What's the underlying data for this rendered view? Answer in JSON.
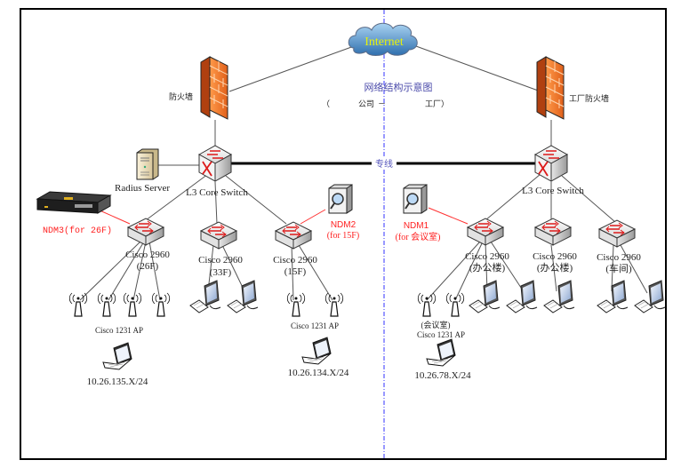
{
  "title": "网络结构示意图",
  "subtitle": {
    "open": "（",
    "left": "公司",
    "dash": "－",
    "right": "工厂）"
  },
  "internet": {
    "label": "Internet",
    "icon": "cloud-icon"
  },
  "dedicated_line": {
    "label": "专线"
  },
  "company": {
    "firewall": {
      "label": "防火墙",
      "icon": "firewall-icon"
    },
    "core_switch": {
      "label": "L3 Core Switch",
      "icon": "l3-switch-icon"
    },
    "radius_server": {
      "label": "Radius Server",
      "icon": "server-icon"
    },
    "access_switches": [
      {
        "model": "Cisco 2960",
        "location": "(26F)"
      },
      {
        "model": "Cisco 2960",
        "location": "(33F)"
      },
      {
        "model": "Cisco 2960",
        "location": "(15F)"
      }
    ],
    "monitors": [
      {
        "name": "NDM3(for 26F)",
        "icon": "appliance-icon"
      },
      {
        "name": "NDM2",
        "detail": "(for 15F)",
        "icon": "monitor-probe-icon"
      }
    ],
    "ap_groups": [
      {
        "label": "Cisco 1231 AP",
        "count": 4,
        "subnet": "10.26.135.X/24"
      },
      {
        "label": "Cisco 1231 AP",
        "count": 2,
        "subnet": "10.26.134.X/24"
      }
    ]
  },
  "factory": {
    "firewall": {
      "label": "工厂防火墙",
      "icon": "firewall-icon"
    },
    "core_switch": {
      "label": "L3 Core Switch",
      "icon": "l3-switch-icon"
    },
    "access_switches": [
      {
        "model": "Cisco 2960",
        "location": "(办公楼)"
      },
      {
        "model": "Cisco 2960",
        "location": "(办公楼)"
      },
      {
        "model": "Cisco 2960",
        "location": "(车间)"
      }
    ],
    "monitors": [
      {
        "name": "NDM1",
        "detail": "(for 会议室)",
        "icon": "monitor-probe-icon"
      }
    ],
    "ap_groups": [
      {
        "label": "Cisco 1231 AP",
        "prefix": "(会议室)",
        "count": 2,
        "subnet": "10.26.78.X/24"
      }
    ]
  },
  "colors": {
    "firewall": "#f07830",
    "switch_arrow": "#dd1a1a",
    "monitor_link": "#ff3030",
    "divider": "#3333ff",
    "title": "#4a4aaa"
  }
}
